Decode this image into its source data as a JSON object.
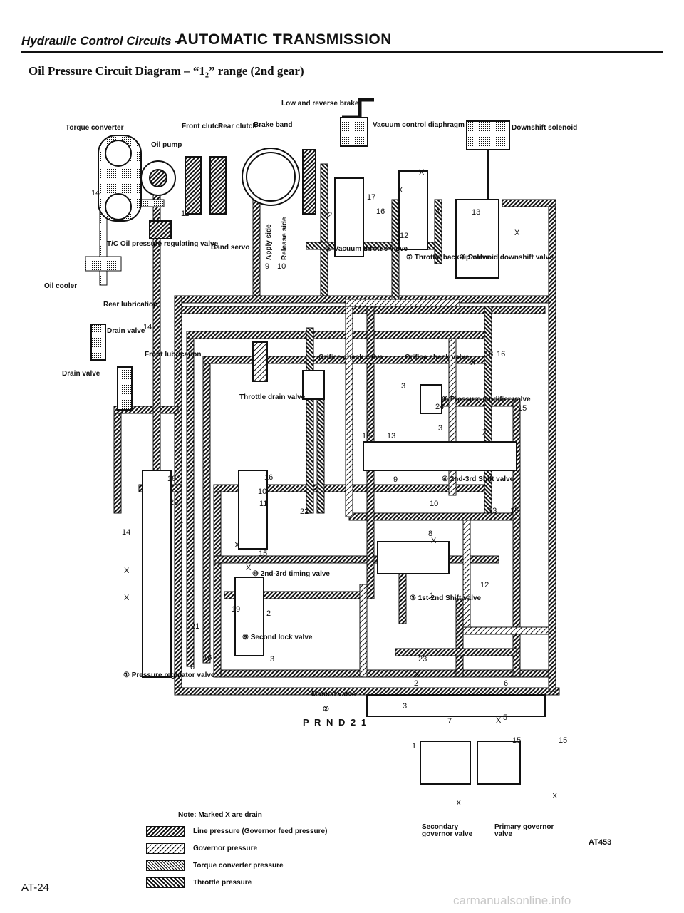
{
  "header": {
    "section": "Hydraulic Control Circuits –",
    "title": "AUTOMATIC TRANSMISSION"
  },
  "subtitle": "Oil Pressure Circuit Diagram – “1₂” range (2nd gear)",
  "components": {
    "torque_converter": "Torque converter",
    "oil_pump": "Oil pump",
    "front_clutch": "Front clutch",
    "rear_clutch": "Rear clutch",
    "brake_band": "Brake band",
    "low_reverse_brake": "Low and reverse brake",
    "vacuum_diaphragm": "Vacuum control diaphragm",
    "downshift_solenoid": "Downshift solenoid",
    "tc_valve": "T/C Oil pressure regulating valve",
    "band_servo": "Band servo",
    "apply_side": "Apply side",
    "release_side": "Release side",
    "vacuum_throttle": "⑥ Vacuum throttle valve",
    "throttle_backup": "⑦ Throttle back-up valve",
    "solenoid_downshift": "⑧ Solenoid downshift valve",
    "oil_cooler": "Oil cooler",
    "rear_lubrication": "Rear lubrication",
    "drain_valve_small": "Drain valve",
    "drain_valve": "Drain valve",
    "front_lubrication": "Front lubrication",
    "orifice_check_1": "Orifice check valve",
    "orifice_check_2": "Orifice check valve",
    "throttle_drain": "Throttle drain valve",
    "pressure_modifier": "⑤ Pressure modifier valve",
    "shift_2_3": "④ 2nd-3rd Shift valve",
    "timing_2_3": "⑩ 2nd-3rd timing valve",
    "shift_1_2": "③ 1st-2nd Shift valve",
    "second_lock": "⑨ Second lock valve",
    "pressure_regulator": "① Pressure regulator valve",
    "manual_valve": "Manual valve",
    "manual_num": "②",
    "prnd": "P R N D 2 1",
    "secondary_governor": "Secondary governor valve",
    "primary_governor": "Primary governor valve"
  },
  "legend": {
    "note": "Note: Marked X are drain",
    "items": [
      {
        "label": "Line pressure (Governor feed pressure)"
      },
      {
        "label": "Governor pressure"
      },
      {
        "label": "Torque converter pressure"
      },
      {
        "label": "Throttle pressure"
      }
    ]
  },
  "code": "AT453",
  "page_number": "AT-24",
  "watermark": "carmanualsonline.info"
}
